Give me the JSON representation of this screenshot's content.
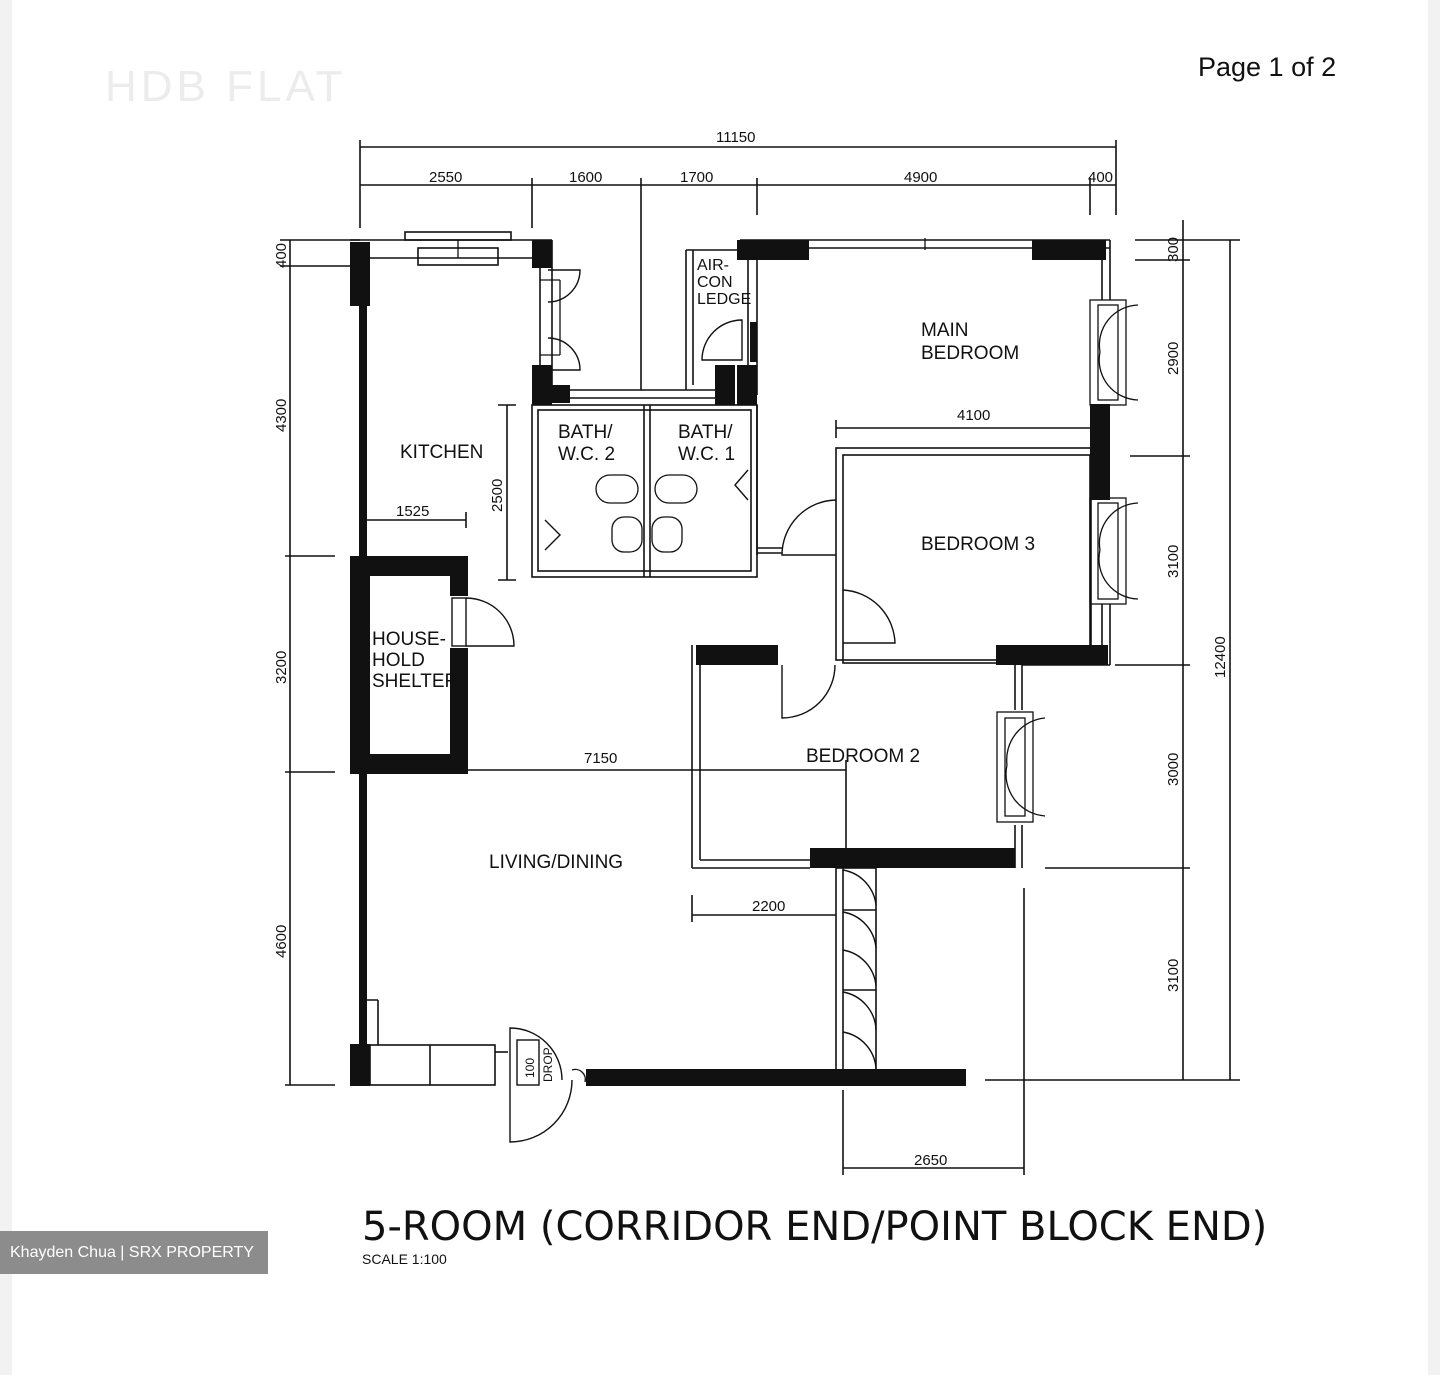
{
  "page": {
    "label": "Page 1 of 2",
    "ghost_text": "HDB FLAT"
  },
  "watermark": "Khayden Chua | SRX PROPERTY",
  "title": "5-ROOM (CORRIDOR END/POINT BLOCK END)",
  "scale": "SCALE   1:100",
  "rooms": {
    "kitchen": "KITCHEN",
    "bath2_a": "BATH/",
    "bath2_b": "W.C. 2",
    "bath1_a": "BATH/",
    "bath1_b": "W.C. 1",
    "aircon_a": "AIR-",
    "aircon_b": "CON",
    "aircon_c": "LEDGE",
    "main_a": "MAIN",
    "main_b": "BEDROOM",
    "bed3": "BEDROOM 3",
    "bed2": "BEDROOM 2",
    "shelter_a": "HOUSE-",
    "shelter_b": "HOLD",
    "shelter_c": "SHELTER",
    "living": "LIVING/DINING",
    "drop_a": "100",
    "drop_b": "DROP"
  },
  "dims": {
    "top_total": "11150",
    "top_1": "2550",
    "top_2": "1600",
    "top_3": "1700",
    "top_4": "4900",
    "top_5": "400",
    "left_1": "400",
    "left_2": "4300",
    "left_3": "3200",
    "left_4": "4600",
    "right_1": "300",
    "right_2": "2900",
    "right_3": "3100",
    "right_4": "3000",
    "right_5": "3100",
    "right_total": "12400",
    "inner_4100": "4100",
    "inner_1525": "1525",
    "inner_2500": "2500",
    "inner_7150": "7150",
    "inner_2200": "2200",
    "bottom_2650": "2650"
  }
}
